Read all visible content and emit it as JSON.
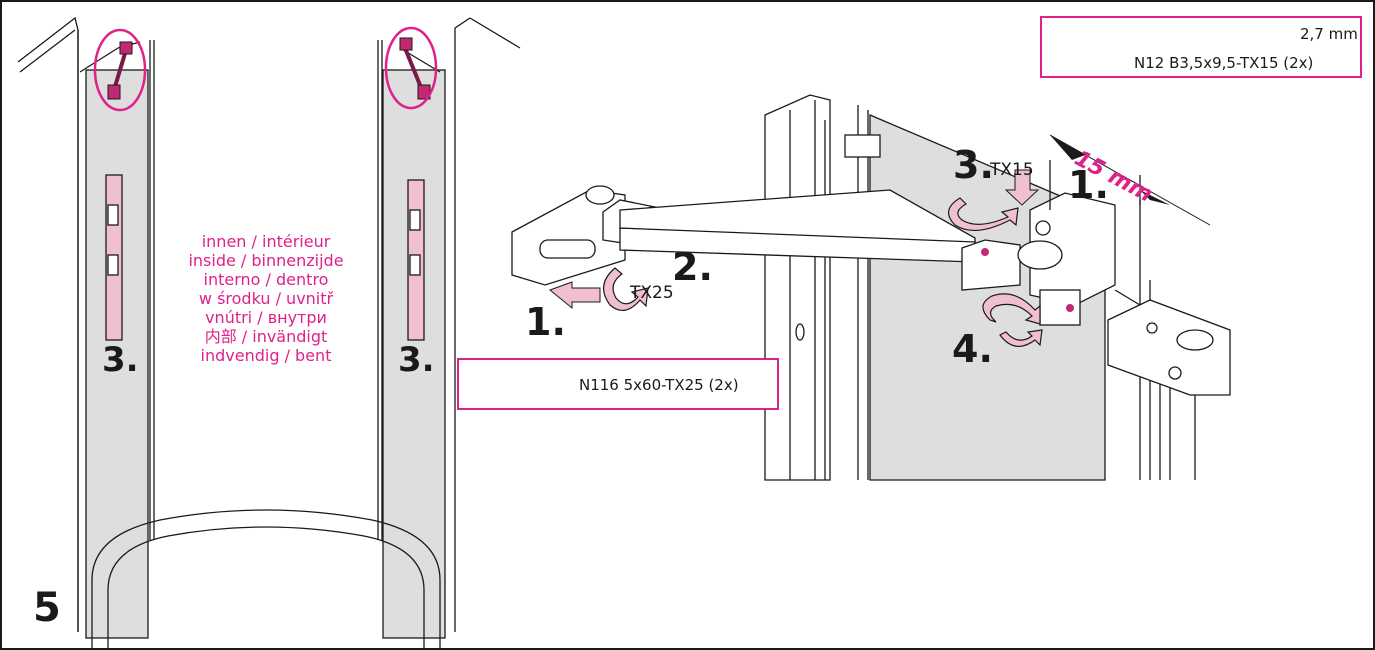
{
  "step_number": "5",
  "inside_label": [
    "innen / intérieur",
    "inside / binnenzijde",
    "interno / dentro",
    "w środku / uvnitř",
    "vnútri / внутри",
    "内部 / invändigt",
    "indvendig / bent"
  ],
  "shower_steps": {
    "left": "3.",
    "right": "3."
  },
  "bracket_steps": {
    "push_left": "1.",
    "turn_left": "2.",
    "turn_right": "3.",
    "push_right": "1.",
    "turn_bottom": "4."
  },
  "torx": {
    "left": "TX25",
    "right": "TX15"
  },
  "measurement": "15 mm",
  "parts_top": {
    "drill": "2,7 mm",
    "screw": "N12 B3,5x9,5-TX15 (2x)"
  },
  "parts_bottom": {
    "screw": "N116 5x60-TX25 (2x)"
  },
  "colors": {
    "accent": "#e0218a",
    "panel": "#dedede",
    "pink_fill": "#f0bfd2",
    "line": "#1a1a1a"
  }
}
